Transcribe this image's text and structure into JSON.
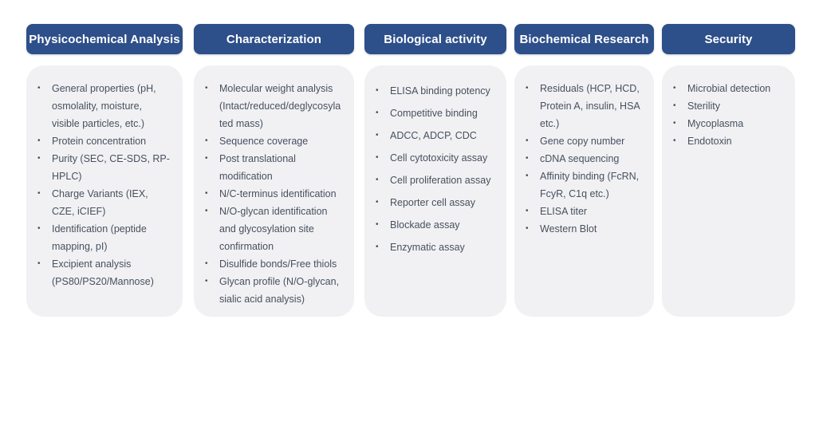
{
  "icons": {
    "bullet": "•"
  },
  "theme": {
    "header_bg": "#2d4f8a",
    "header_text": "#ffffff",
    "card_bg": "#f1f1f3",
    "body_text": "#47505f"
  },
  "columns": [
    {
      "title": "Physicochemical Analysis",
      "items": [
        "General properties (pH, osmolality, moisture, visible particles, etc.)",
        "Protein concentration",
        "Purity (SEC,  CE-SDS, RP-HPLC)",
        "Charge Variants (IEX, CZE, iCIEF)",
        "Identification (peptide mapping, pI)",
        "Excipient analysis (PS80/PS20/Mannose)"
      ]
    },
    {
      "title": "Characterization",
      "items": [
        "Molecular weight analysis (Intact/reduced/deglycosylated mass)",
        "Sequence coverage",
        "Post translational modification",
        "N/C-terminus identification",
        "N/O-glycan identification and glycosylation site confirmation",
        "Disulfide bonds/Free thiols",
        "Glycan profile (N/O-glycan, sialic acid analysis)"
      ]
    },
    {
      "title": "Biological activity",
      "items": [
        "ELISA binding potency",
        "Competitive binding",
        "ADCC, ADCP, CDC",
        "Cell cytotoxicity assay",
        "Cell proliferation assay",
        "Reporter cell assay",
        "Blockade assay",
        "Enzymatic assay"
      ]
    },
    {
      "title": "Biochemical Research",
      "items": [
        "Residuals (HCP, HCD, Protein A, insulin, HSA etc.)",
        "Gene copy number",
        "cDNA sequencing",
        "Affinity binding (FcRN, FcyR, C1q etc.)",
        "ELISA titer",
        "Western Blot"
      ]
    },
    {
      "title": "Security",
      "items": [
        "Microbial detection",
        "Sterility",
        "Mycoplasma",
        "Endotoxin"
      ]
    }
  ]
}
